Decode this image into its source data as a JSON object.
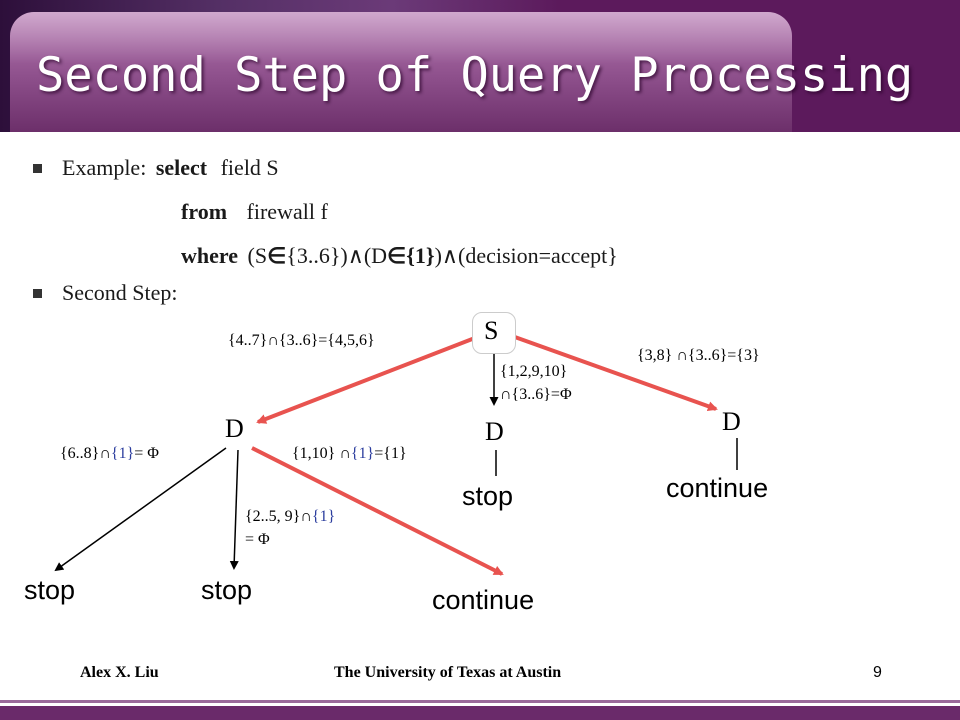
{
  "slide": {
    "title": "Second Step of Query Processing",
    "example": {
      "lead": "Example:",
      "kw_select": "select",
      "select_text": "field S",
      "kw_from": "from",
      "from_text": "firewall f",
      "kw_where": "where",
      "where_parts": [
        "(S",
        "∈",
        "{3..6})",
        "∧",
        "(D",
        "∈",
        "{1}",
        ")",
        "∧",
        "(decision=accept}"
      ]
    },
    "second_step": "Second Step:"
  },
  "tree": {
    "root_label": "S",
    "d_left": "D",
    "d_mid": "D",
    "d_right": "D",
    "edge_root_left": "{4..7}∩{3..6}={4,5,6}",
    "edge_root_mid_1": "{1,2,9,10}",
    "edge_root_mid_2": "∩{3..6}=Φ",
    "edge_root_right": "{3,8} ∩{3..6}={3}",
    "edge_d_leftleft_a": "{6..8}∩",
    "edge_d_leftleft_b": "{1}",
    "edge_d_leftleft_c": "= Φ",
    "edge_d_leftmid_a": "{2..5, 9}∩",
    "edge_d_leftmid_b": "{1}",
    "edge_d_leftmid_c": "= Φ",
    "edge_d_leftright_a": "{1,10} ∩",
    "edge_d_leftright_b": "{1}",
    "edge_d_leftright_c": "={1}",
    "outcomes": {
      "stop_1": "stop",
      "stop_2": "stop",
      "continue_1": "continue",
      "stop_mid": "stop",
      "continue_right": "continue"
    },
    "colors": {
      "highlight_edge": "#e8534f",
      "plain_edge": "#000000"
    }
  },
  "footer": {
    "author": "Alex X. Liu",
    "institution": "The University of Texas at Austin",
    "page": "9"
  }
}
